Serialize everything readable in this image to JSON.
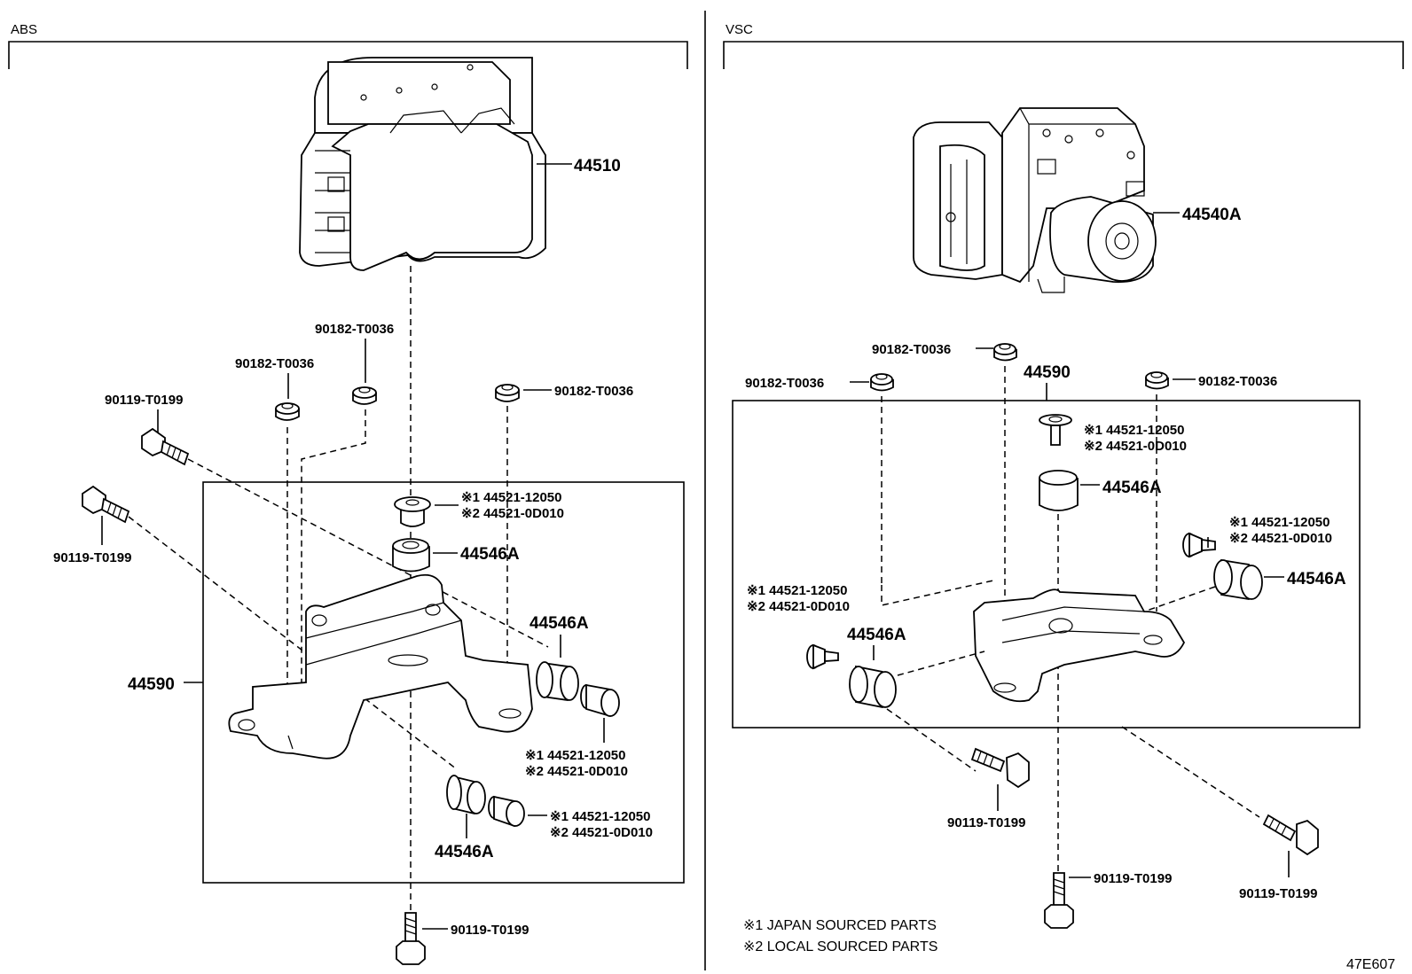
{
  "sections": {
    "left": "ABS",
    "right": "VSC"
  },
  "labels": {
    "abs_actuator": "44510",
    "vsc_actuator": "44540A",
    "bracket": "44590",
    "nut": "90182-T0036",
    "bolt": "90119-T0199",
    "cushion": "44546A",
    "collar_jp": "※1 44521-12050",
    "collar_local": "※2 44521-0D010"
  },
  "notes": {
    "japan": "※1 JAPAN SOURCED PARTS",
    "local": "※2 LOCAL SOURCED PARTS"
  },
  "figure_id": "47E607"
}
